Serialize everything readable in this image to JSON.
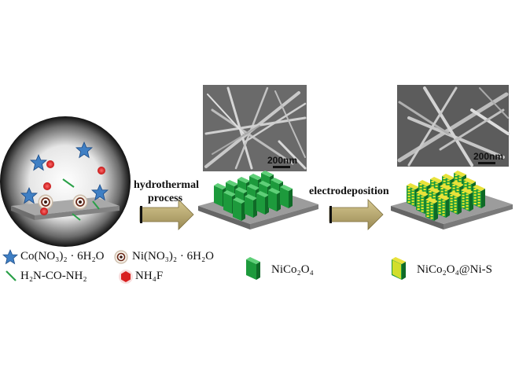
{
  "steps": {
    "step1_line1": "hydrothermal",
    "step1_line2": "process",
    "step2": "electrodeposition"
  },
  "sem_images": [
    {
      "scale_label": "200nm"
    },
    {
      "scale_label": "200nm"
    }
  ],
  "legend": {
    "co_nitrate": "Co(NO₃)₂ · 6H₂O",
    "ni_nitrate": "Ni(NO₃)₂ · 6H₂O",
    "urea": "H₂N-CO-NH₂",
    "nh4f": "NH₄F",
    "nico2o4": "NiCo₂O₄",
    "nico2o4_nis": "NiCo₂O₄@Ni-S"
  },
  "colors": {
    "sheet_green": "#1d9a3c",
    "shell_yellow": "#f2ea28",
    "star_blue": "#3f7fc4",
    "hex_red": "#d81e1e",
    "arrow": "#b3a268",
    "substrate": "#8d8d8d"
  }
}
